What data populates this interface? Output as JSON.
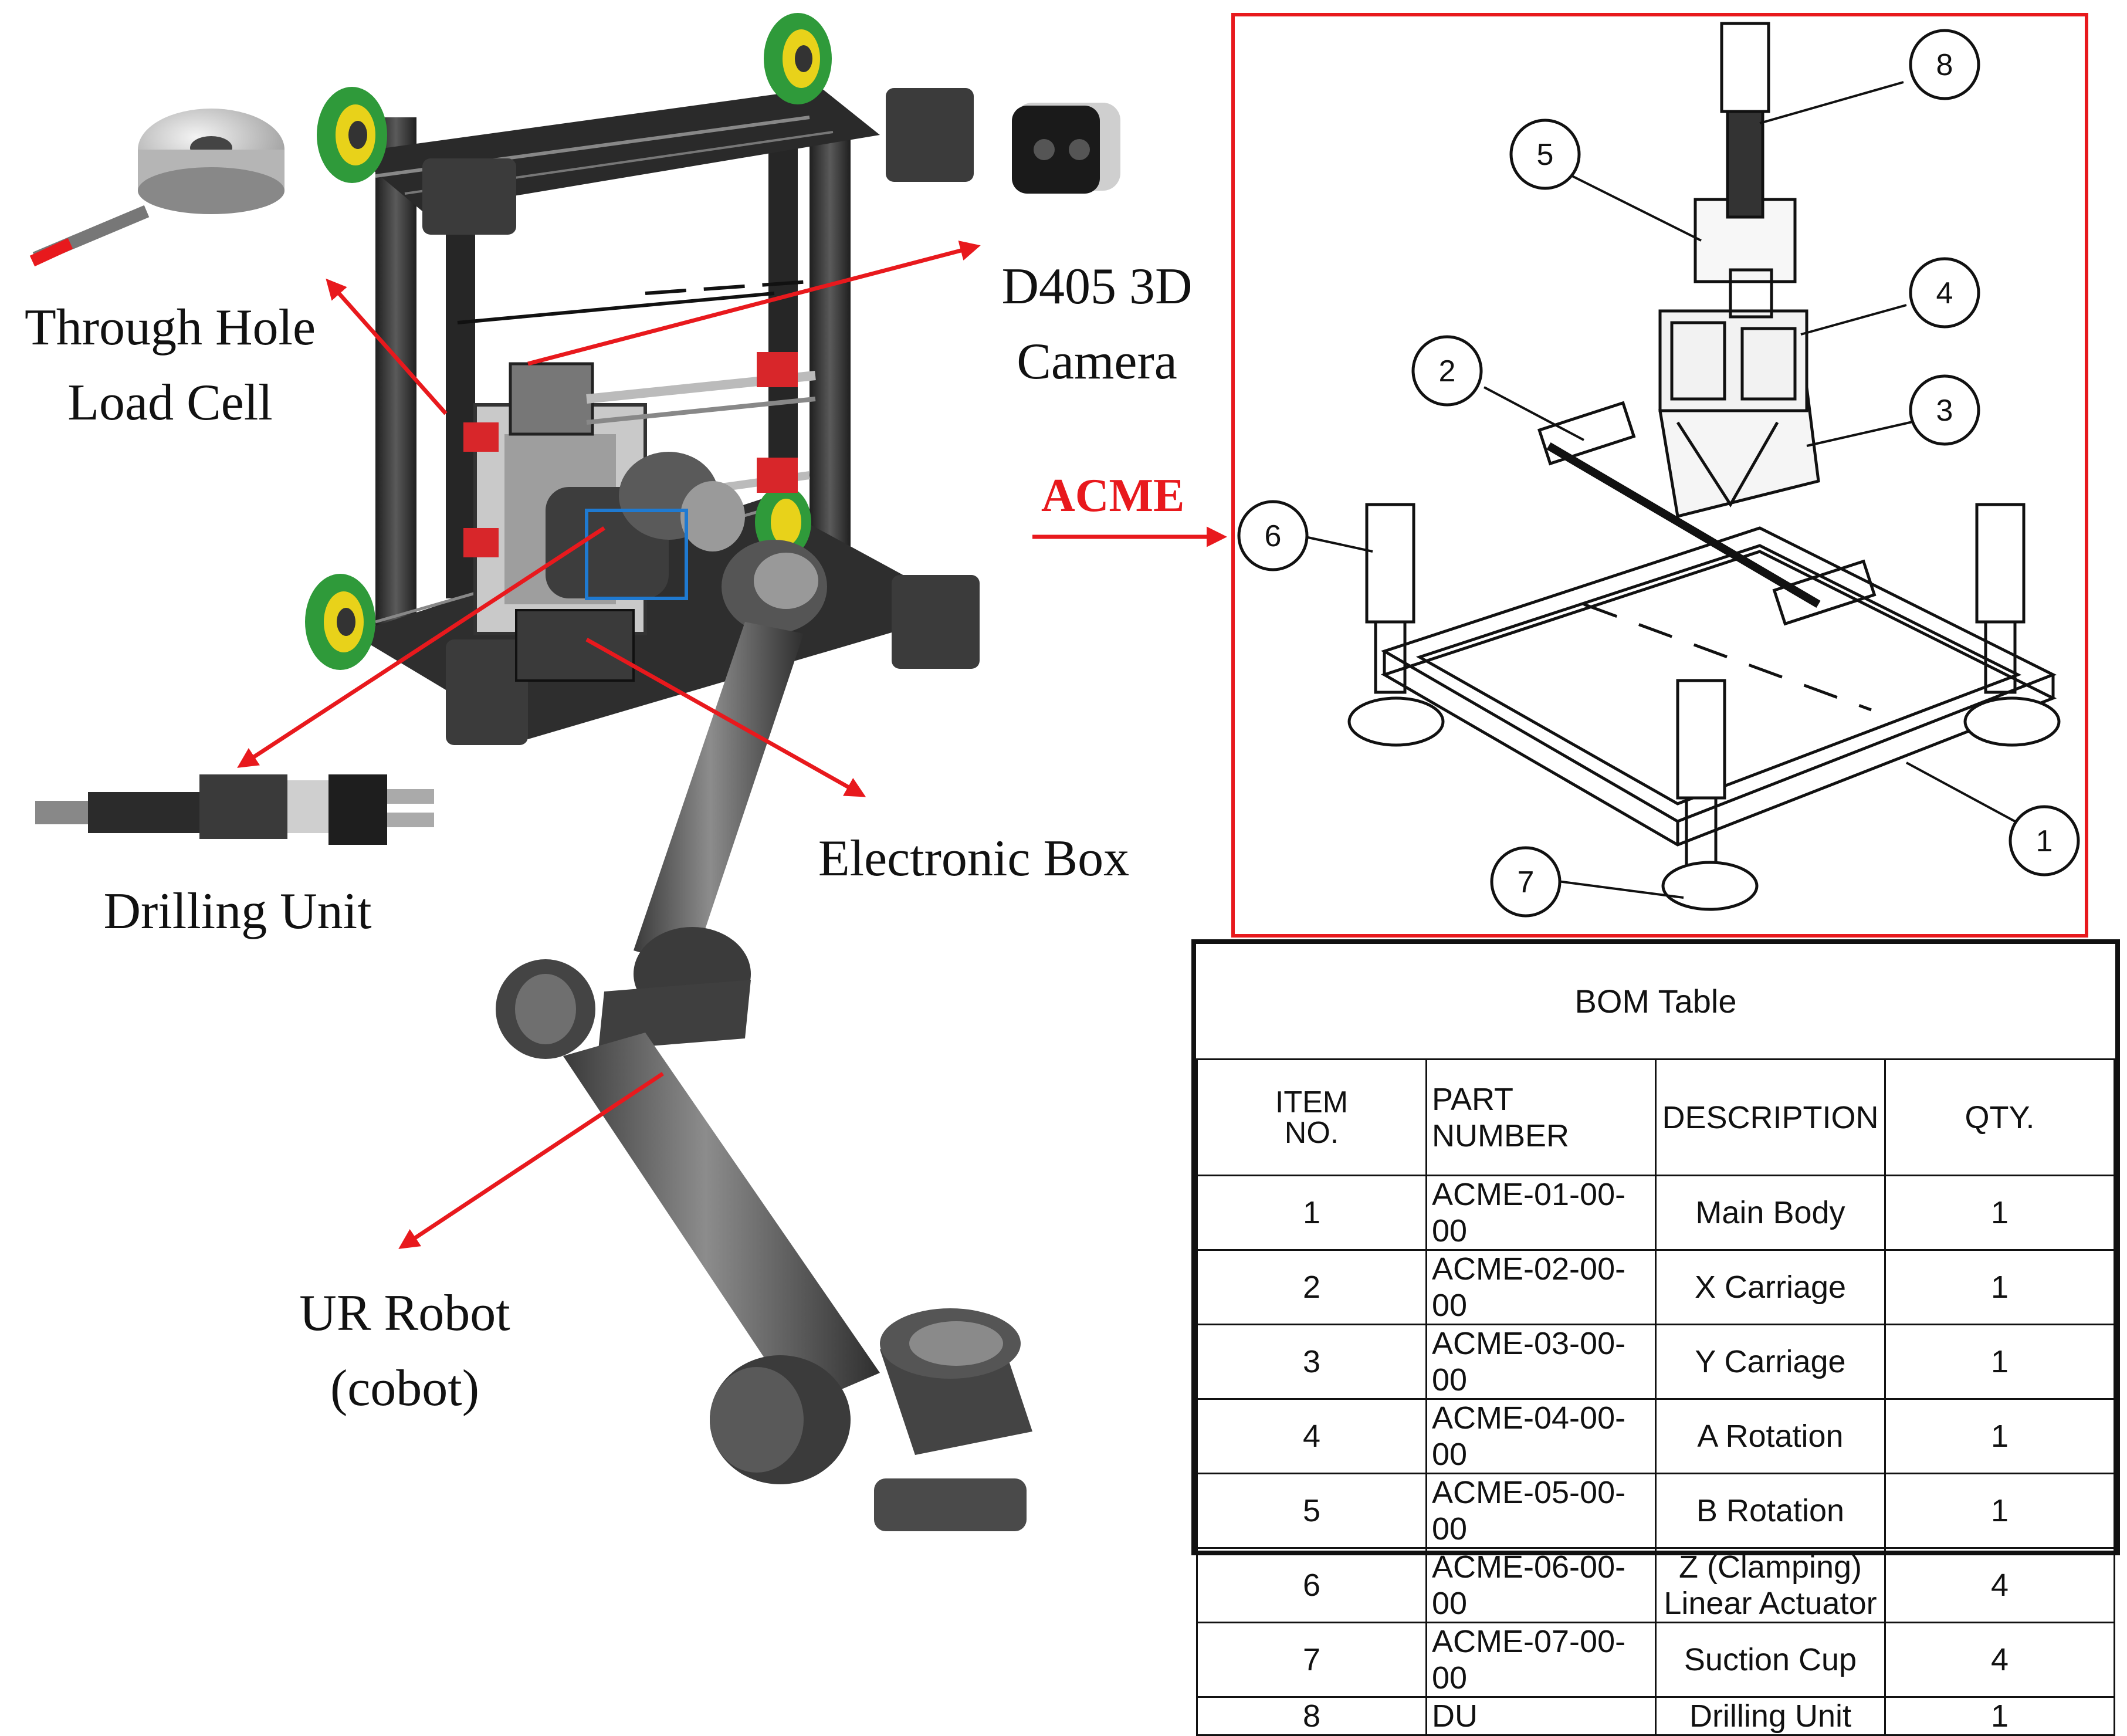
{
  "labels": {
    "load_cell": [
      "Through Hole",
      "Load Cell"
    ],
    "camera": [
      "D405 3D",
      "Camera"
    ],
    "acme": "ACME",
    "drilling_unit": "Drilling Unit",
    "electronic_box": "Electronic Box",
    "ur_robot": [
      "UR Robot",
      "(cobot)"
    ]
  },
  "balloons": [
    "1",
    "2",
    "3",
    "4",
    "5",
    "6",
    "7",
    "8"
  ],
  "colors": {
    "accent_red": "#e8191d",
    "frame_dark": "#2d2d2d",
    "wheel_green": "#2f9a3a",
    "wheel_yellow": "#e8d21a",
    "robot_grey": "#6b6b6b",
    "motor_red": "#d8262a",
    "camera_blue": "#1f7ad1"
  },
  "bom": {
    "title": "BOM Table",
    "headers": {
      "item_line1": "ITEM",
      "item_line2": "NO.",
      "part": "PART NUMBER",
      "description": "DESCRIPTION",
      "qty": "QTY."
    },
    "rows": [
      {
        "item": "1",
        "part": "ACME-01-00-00",
        "desc": "Main Body",
        "qty": "1"
      },
      {
        "item": "2",
        "part": "ACME-02-00-00",
        "desc": "X Carriage",
        "qty": "1"
      },
      {
        "item": "3",
        "part": "ACME-03-00-00",
        "desc": "Y Carriage",
        "qty": "1"
      },
      {
        "item": "4",
        "part": "ACME-04-00-00",
        "desc": "A Rotation",
        "qty": "1"
      },
      {
        "item": "5",
        "part": "ACME-05-00-00",
        "desc": "B Rotation",
        "qty": "1"
      },
      {
        "item": "6",
        "part": "ACME-06-00-00",
        "desc": "Z (Clamping) Linear Actuator",
        "qty": "4"
      },
      {
        "item": "7",
        "part": "ACME-07-00-00",
        "desc": "Suction Cup",
        "qty": "4"
      },
      {
        "item": "8",
        "part": "DU",
        "desc": "Drilling Unit",
        "qty": "1"
      }
    ]
  }
}
